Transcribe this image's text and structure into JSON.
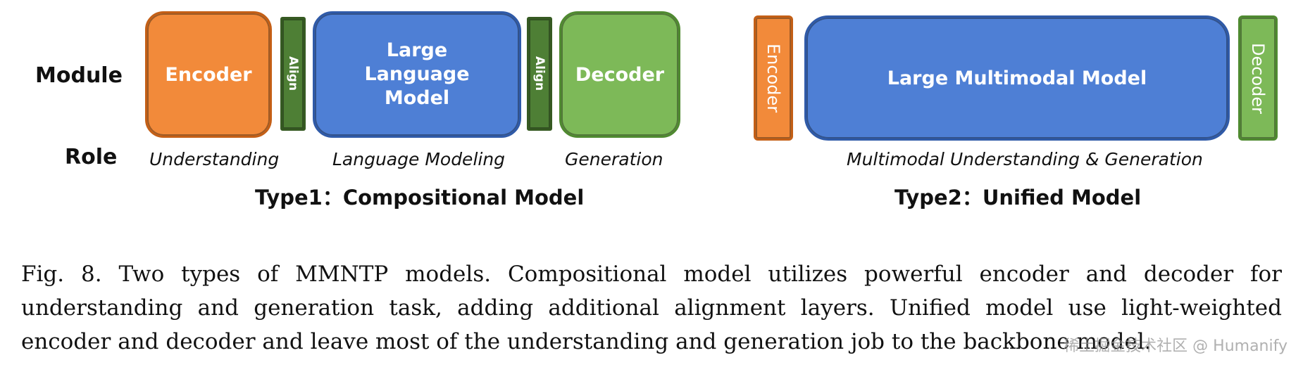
{
  "row_labels": {
    "module": "Module",
    "role": "Role"
  },
  "type1": {
    "encoder": "Encoder",
    "align_left": "Align",
    "llm": "Large Language Model",
    "align_right": "Align",
    "decoder": "Decoder",
    "role_understanding": "Understanding",
    "role_language_modeling": "Language Modeling",
    "role_generation": "Generation",
    "title": "Type1：Compositional Model"
  },
  "type2": {
    "encoder": "Encoder",
    "lmm": "Large Multimodal Model",
    "decoder": "Decoder",
    "role": "Multimodal Understanding & Generation",
    "title": "Type2：Unified Model"
  },
  "caption": "Fig. 8. Two types of MMNTP models. Compositional model utilizes powerful encoder and decoder for understanding and generation task, adding additional alignment layers. Unified model use light-weighted encoder and decoder and leave most of the understanding and generation job to the backbone model.",
  "watermark": "稀土掘金技术社区 @ Humanify",
  "colors": {
    "encoder": "#f28a3a",
    "llm": "#4e7fd5",
    "decoder": "#7db958",
    "align": "#4e7f35"
  }
}
